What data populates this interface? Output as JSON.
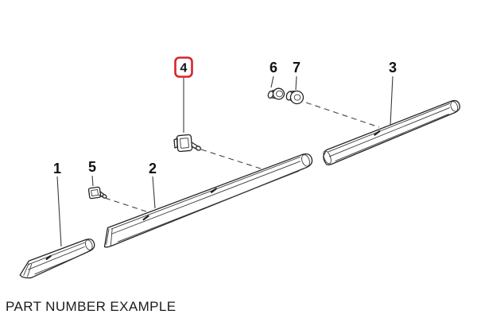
{
  "diagram": {
    "type": "exploded-parts-diagram",
    "caption": "PART NUMBER EXAMPLE",
    "highlight_color": "#d8232a",
    "artwork_color": "#242424",
    "background_color": "#ffffff",
    "callouts": [
      {
        "number": "1",
        "highlighted": false
      },
      {
        "number": "2",
        "highlighted": false
      },
      {
        "number": "3",
        "highlighted": false
      },
      {
        "number": "4",
        "highlighted": true
      },
      {
        "number": "5",
        "highlighted": false
      },
      {
        "number": "6",
        "highlighted": false
      },
      {
        "number": "7",
        "highlighted": false
      }
    ]
  }
}
